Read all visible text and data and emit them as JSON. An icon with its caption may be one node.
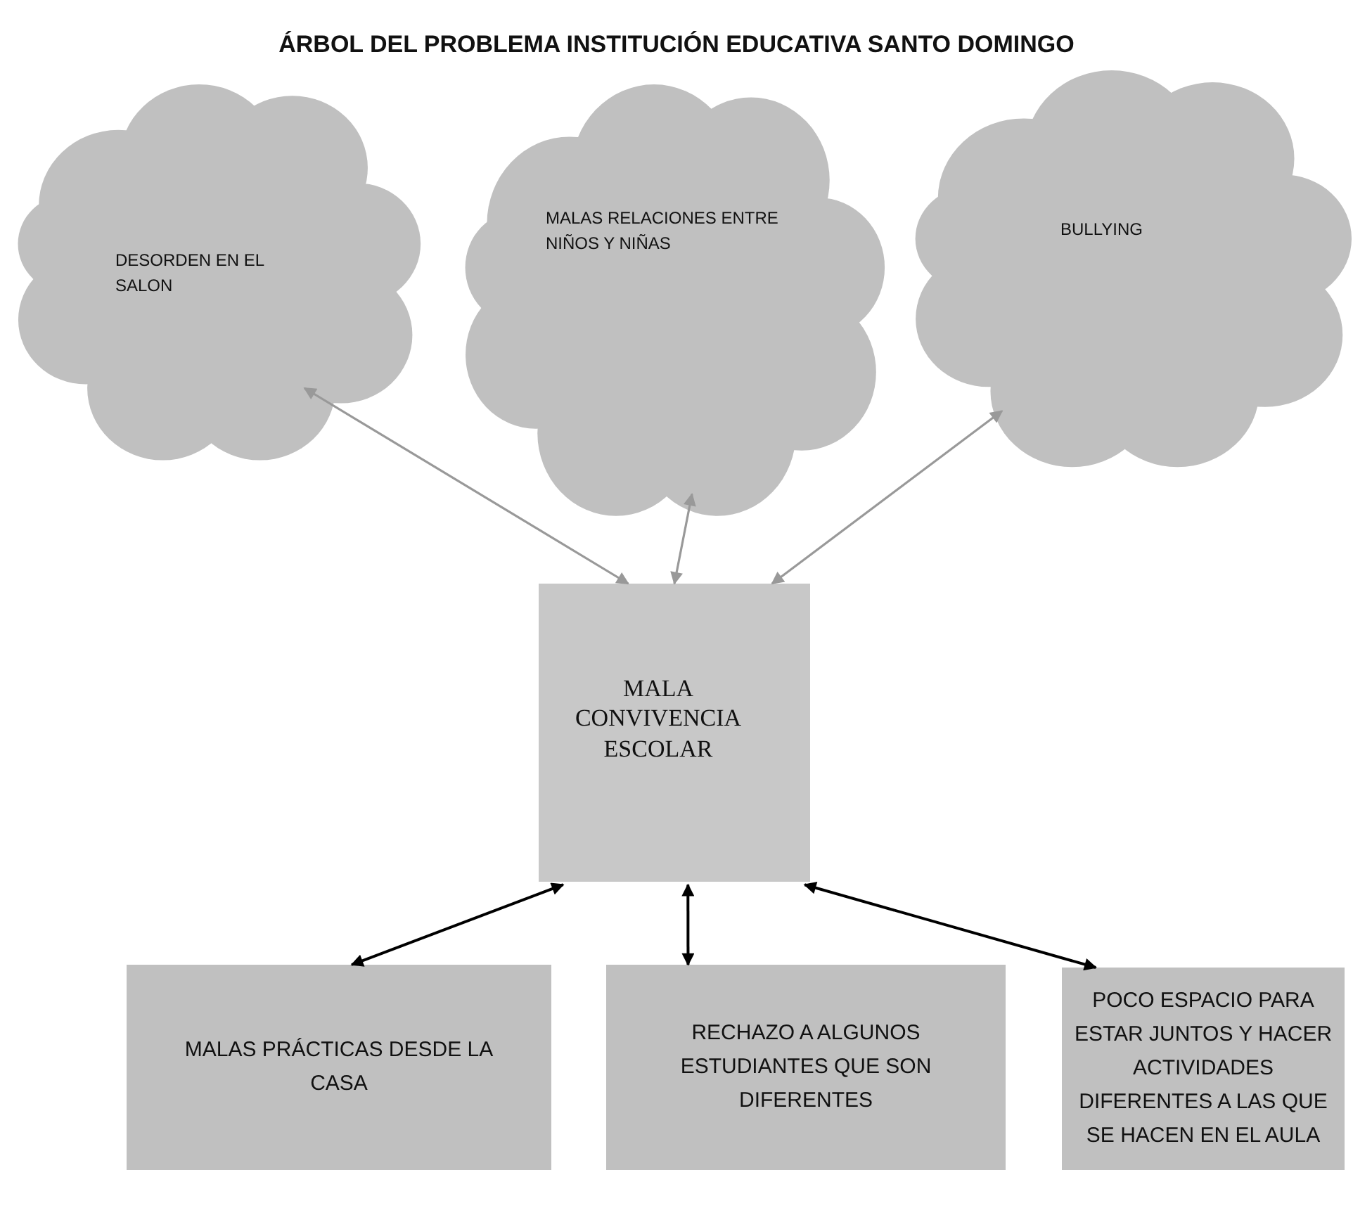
{
  "diagram": {
    "title": "ÁRBOL DEL PROBLEMA INSTITUCIÓN EDUCATIVA SANTO DOMINGO",
    "nodes": [
      {
        "text": [
          "DESORDEN EN EL SALON"
        ]
      },
      {
        "text": [
          "MALAS RELACIONES ENTRE NIÑOS Y NIÑAS"
        ]
      },
      {
        "text": [
          "BULLYING"
        ]
      },
      {
        "text": [
          "MALA CONVIVENCIA ESCOLAR"
        ]
      },
      {
        "text": [
          "MALAS PRÁCTICAS DESDE LA CASA"
        ]
      },
      {
        "text": [
          "RECHAZO A ALGUNOS ESTUDIANTES QUE SON DIFERENTES"
        ]
      },
      {
        "text": [
          "POCO ESPACIO PARA ESTAR JUNTOS Y HACER ACTIVIDADES DIFERENTES A LAS QUE SE HACEN EN EL AULA"
        ]
      }
    ],
    "edges": [
      {
        "from": 0,
        "to": 3,
        "arrow": "both",
        "color": "#999999"
      },
      {
        "from": 1,
        "to": 3,
        "arrow": "both",
        "color": "#999999"
      },
      {
        "from": 2,
        "to": 3,
        "arrow": "both",
        "color": "#999999"
      },
      {
        "from": 3,
        "to": 4,
        "arrow": "both",
        "color": "#000000"
      },
      {
        "from": 3,
        "to": 5,
        "arrow": "both",
        "color": "#000000"
      },
      {
        "from": 3,
        "to": 6,
        "arrow": "both",
        "color": "#000000"
      }
    ]
  }
}
